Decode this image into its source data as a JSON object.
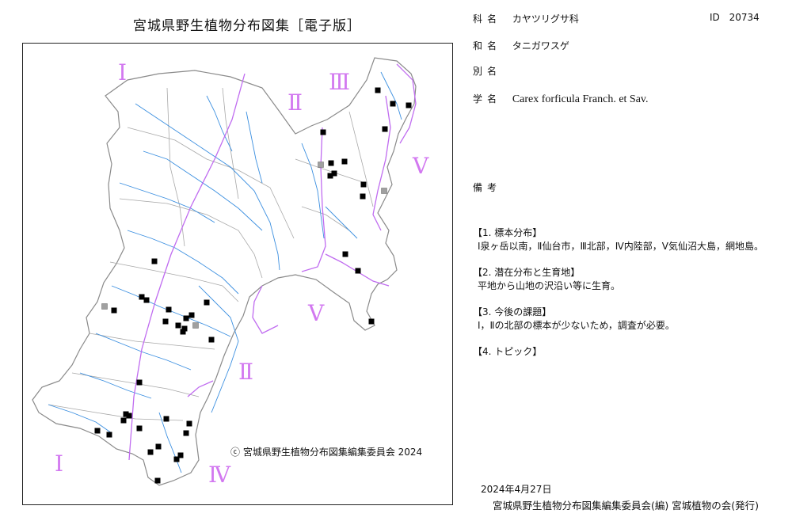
{
  "header": {
    "title": "宮城県野生植物分布図集［電子版］"
  },
  "map": {
    "copyright": "ⓒ 宮城県野生植物分布図集編集委員会 2024",
    "regions": [
      {
        "label": "Ⅰ"
      },
      {
        "label": "Ⅱ"
      },
      {
        "label": "Ⅲ"
      },
      {
        "label": "Ⅴ"
      },
      {
        "label": "Ⅴ"
      },
      {
        "label": "Ⅱ"
      },
      {
        "label": "Ⅰ"
      },
      {
        "label": "Ⅳ"
      }
    ],
    "colors": {
      "river": "#3b8fe0",
      "boundary": "#c06cf0",
      "outline": "#8a8a8a",
      "record": "#000000",
      "uncertain": "#a0a0a0"
    }
  },
  "record": {
    "family_label": "科名",
    "family": "カヤツリグサ科",
    "id_label": "ID",
    "id": "20734",
    "japanese_label": "和名",
    "japanese": "タニガワスゲ",
    "alias_label": "別名",
    "alias": "",
    "scientific_label": "学名",
    "scientific": "Carex forficula Franch. et Sav.",
    "remarks_label": "備考"
  },
  "notes": [
    {
      "heading": "【1. 標本分布】",
      "body": "Ⅰ泉ヶ岳以南，Ⅱ仙台市，Ⅲ北部，Ⅳ内陸部，Ⅴ気仙沼大島，網地島。"
    },
    {
      "heading": "【2. 潜在分布と生育地】",
      "body": "平地から山地の沢沿い等に生育。"
    },
    {
      "heading": "【3. 今後の課題】",
      "body": "Ⅰ，Ⅱの北部の標本が少ないため，調査が必要。"
    },
    {
      "heading": "【4. トピック】",
      "body": ""
    }
  ],
  "footer": {
    "date": "2024年4月27日",
    "publisher": "宮城県野生植物分布図集編集委員会(編)  宮城植物の会(発行)"
  }
}
